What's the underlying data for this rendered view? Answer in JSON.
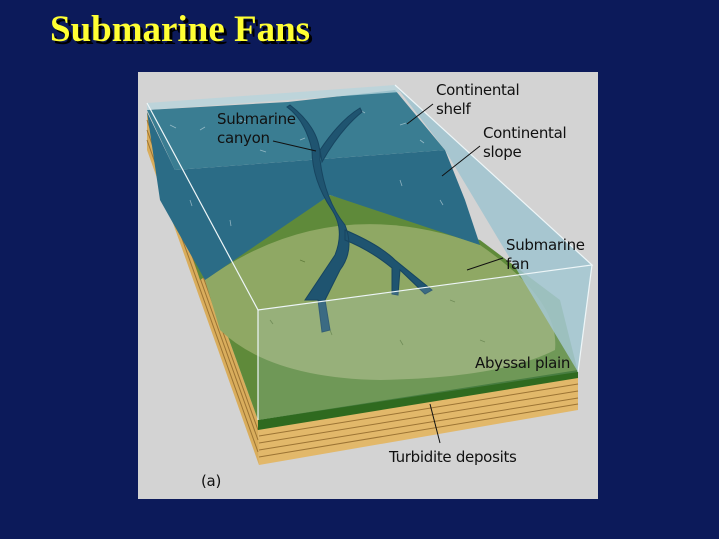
{
  "title": "Submarine Fans",
  "figure": {
    "labels": {
      "continental_shelf": [
        "Continental",
        "shelf"
      ],
      "continental_slope": [
        "Continental",
        "slope"
      ],
      "submarine_canyon": [
        "Submarine",
        "canyon"
      ],
      "submarine_fan": [
        "Submarine",
        "fan"
      ],
      "abyssal_plain": "Abyssal plain",
      "turbidite_deposits": "Turbidite deposits",
      "panel_letter": "(a)"
    },
    "colors": {
      "background": "#0c1a5a",
      "title": "#ffff33",
      "water": "#9fc3cf",
      "shelf": "#2f6f86",
      "fan": "#8fa864",
      "abyssal": "#5f8a3a",
      "sediment": "#e2b86a"
    }
  }
}
